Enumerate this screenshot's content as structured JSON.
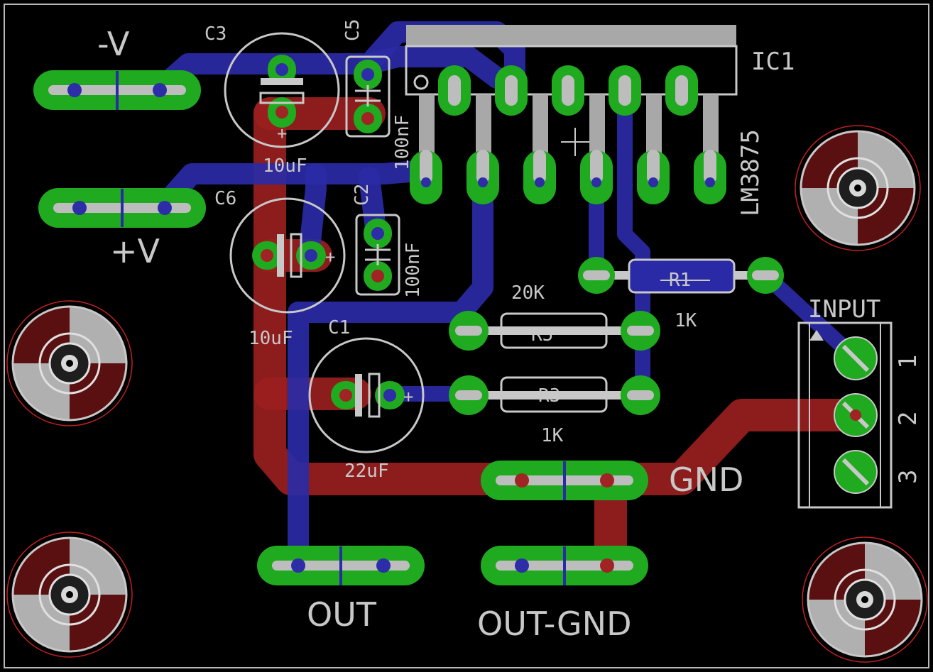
{
  "board": {
    "outline_color": "#b8b8b8",
    "background": "#000000",
    "trace_top_color": "#2a2aa6",
    "trace_bottom_color": "#9c1f1f",
    "pad_color": "#1faa1f",
    "silkscreen_color": "#c8c8c8"
  },
  "labels": {
    "neg_v": "-V",
    "pos_v": "+V",
    "out": "OUT",
    "out_gnd": "OUT-GND",
    "gnd": "GND",
    "input": "INPUT",
    "pin1": "1",
    "pin2": "2",
    "pin3": "3"
  },
  "components": {
    "ic1": {
      "ref": "IC1",
      "value": "LM3875"
    },
    "c1": {
      "ref": "C1",
      "value": "22uF"
    },
    "c2": {
      "ref": "C2",
      "value": "100nF"
    },
    "c3": {
      "ref": "C3",
      "value": "10uF"
    },
    "c5": {
      "ref": "C5",
      "value": "100nF"
    },
    "c6": {
      "ref": "C6",
      "value": "10uF"
    },
    "r1": {
      "ref": "R1",
      "value": "1K"
    },
    "r3": {
      "ref": "R3",
      "value": "1K"
    },
    "r5": {
      "ref": "R5",
      "value": "20K"
    }
  },
  "icons": {
    "mounting_hole": "mounting-hole-icon",
    "polarity_plus": "+"
  }
}
